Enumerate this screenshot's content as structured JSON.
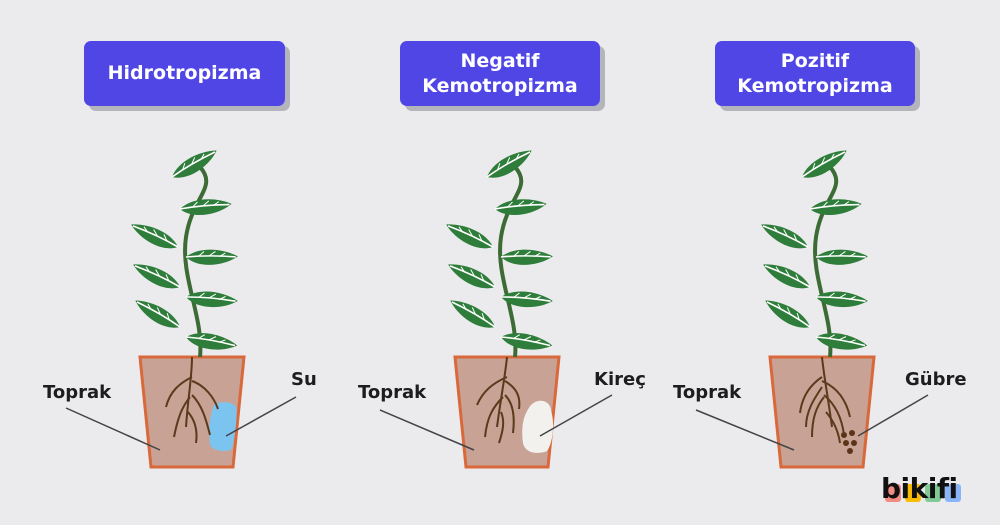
{
  "panels": [
    {
      "title_lines": [
        "Hidrotropizma"
      ],
      "soil_label": "Toprak",
      "agent_label": "Su",
      "agent_color": "#7cc4f0"
    },
    {
      "title_lines": [
        "Negatif",
        "Kemotropizma"
      ],
      "soil_label": "Toprak",
      "agent_label": "Kireç",
      "agent_color": "#f3f1ee"
    },
    {
      "title_lines": [
        "Pozitif",
        "Kemotropizma"
      ],
      "soil_label": "Toprak",
      "agent_label": "Gübre",
      "agent_color": "#5b3318"
    }
  ],
  "logo": {
    "text": "bikifi",
    "colors": [
      "#f28b82",
      "#fbbc04",
      "#81c995",
      "#8ab4f8"
    ]
  },
  "colors": {
    "title_bg": "#5046e5",
    "pot": "#c7a295",
    "pot_rim": "#d9683a",
    "leaf": "#2e7d3a",
    "stem": "#3d6b35",
    "root": "#5a3a1c"
  }
}
